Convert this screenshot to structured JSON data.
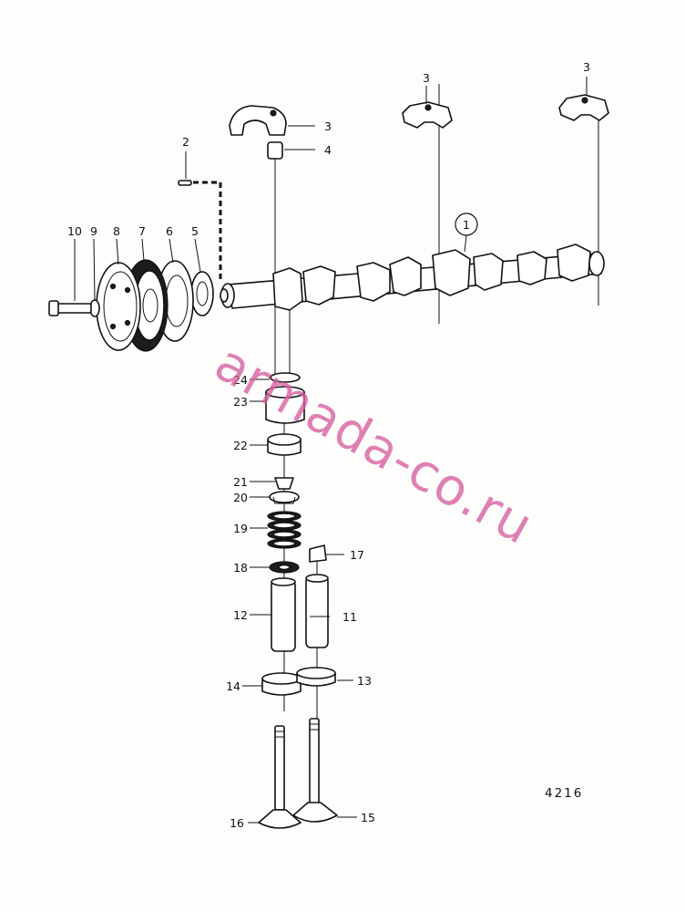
{
  "diagram": {
    "callouts": [
      {
        "id": "c1",
        "text": "1",
        "circled": true
      },
      {
        "id": "c2",
        "text": "2"
      },
      {
        "id": "c3a",
        "text": "3"
      },
      {
        "id": "c3b",
        "text": "3"
      },
      {
        "id": "c3c",
        "text": "3"
      },
      {
        "id": "c4",
        "text": "4"
      },
      {
        "id": "c5",
        "text": "5"
      },
      {
        "id": "c6",
        "text": "6"
      },
      {
        "id": "c7",
        "text": "7"
      },
      {
        "id": "c8",
        "text": "8"
      },
      {
        "id": "c9",
        "text": "9"
      },
      {
        "id": "c10",
        "text": "10"
      },
      {
        "id": "c11",
        "text": "11"
      },
      {
        "id": "c12",
        "text": "12"
      },
      {
        "id": "c13",
        "text": "13"
      },
      {
        "id": "c14",
        "text": "14"
      },
      {
        "id": "c15",
        "text": "15"
      },
      {
        "id": "c16",
        "text": "16"
      },
      {
        "id": "c17",
        "text": "17"
      },
      {
        "id": "c18",
        "text": "18"
      },
      {
        "id": "c19",
        "text": "19"
      },
      {
        "id": "c20",
        "text": "20"
      },
      {
        "id": "c21",
        "text": "21"
      },
      {
        "id": "c22",
        "text": "22"
      },
      {
        "id": "c23",
        "text": "23"
      },
      {
        "id": "c24",
        "text": "24"
      }
    ],
    "drawing_number": "4216",
    "watermark": "armada-co.ru",
    "colors": {
      "line": "#111111",
      "watermark": "#d65c9f",
      "paper": "#fdfdfb"
    }
  }
}
